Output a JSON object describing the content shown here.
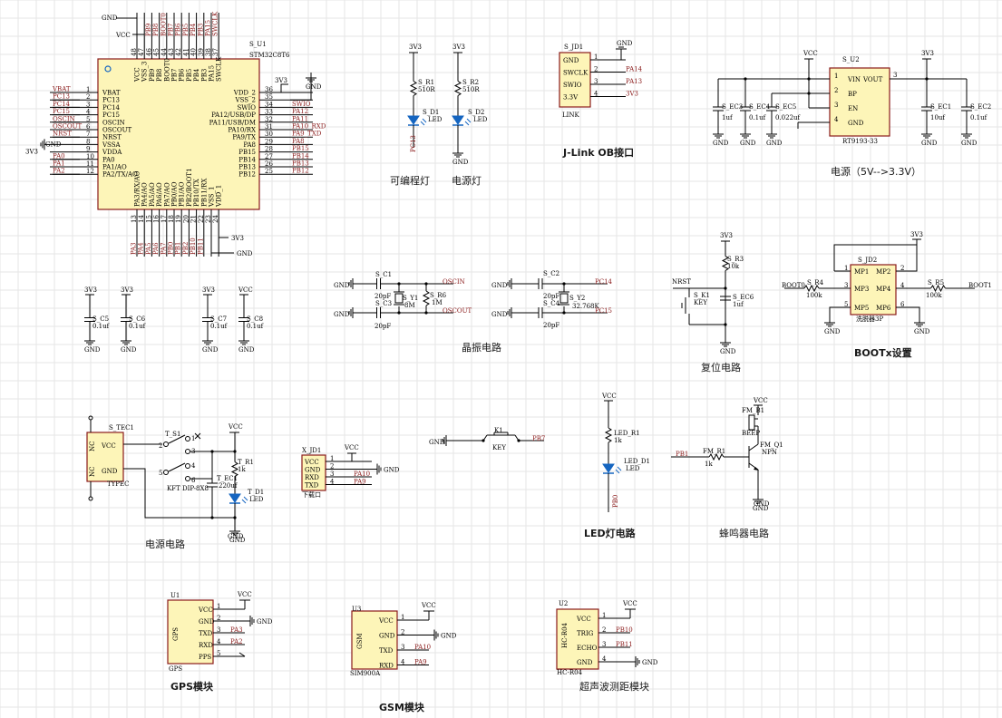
{
  "mcu": {
    "ref": "S_U1",
    "part": "STM32C8T6",
    "left_pins": [
      {
        "num": "1",
        "name": "VBAT",
        "net": "VBAT"
      },
      {
        "num": "2",
        "name": "PC13",
        "net": "PC13"
      },
      {
        "num": "3",
        "name": "PC14",
        "net": "PC14"
      },
      {
        "num": "4",
        "name": "PC15",
        "net": "PC15"
      },
      {
        "num": "5",
        "name": "OSCIN",
        "net": "OSCIN"
      },
      {
        "num": "6",
        "name": "OSCOUT",
        "net": "OSCOUT"
      },
      {
        "num": "7",
        "name": "NRST",
        "net": "NRST"
      },
      {
        "num": "8",
        "name": "VSSA",
        "net": "GND"
      },
      {
        "num": "9",
        "name": "VDDA",
        "net": "3V3"
      },
      {
        "num": "10",
        "name": "PA0",
        "net": "PA0"
      },
      {
        "num": "11",
        "name": "PA1/AO",
        "net": "PA1"
      },
      {
        "num": "12",
        "name": "PA2/TX/AO",
        "net": "PA2"
      }
    ],
    "right_pins": [
      {
        "num": "36",
        "name": "VDD_2",
        "net": "3V3"
      },
      {
        "num": "35",
        "name": "VSS_2",
        "net": "GND"
      },
      {
        "num": "34",
        "name": "SWIO",
        "net": "SWIO"
      },
      {
        "num": "33",
        "name": "PA12/USB/DP",
        "net": "PA12"
      },
      {
        "num": "32",
        "name": "PA11/USB/DM",
        "net": "PA11"
      },
      {
        "num": "31",
        "name": "PA10/RX",
        "net": "PA10_RXD"
      },
      {
        "num": "30",
        "name": "PA9/TX",
        "net": "PA9_TXD"
      },
      {
        "num": "29",
        "name": "PA8",
        "net": "PA8"
      },
      {
        "num": "28",
        "name": "PB15",
        "net": "PB15"
      },
      {
        "num": "27",
        "name": "PB14",
        "net": "PB14"
      },
      {
        "num": "26",
        "name": "PB13",
        "net": "PB13"
      },
      {
        "num": "25",
        "name": "PB12",
        "net": "PB12"
      }
    ],
    "top_pins": [
      {
        "num": "48",
        "name": "VCC"
      },
      {
        "num": "47",
        "name": "VSS_3"
      },
      {
        "num": "46",
        "name": "PB9"
      },
      {
        "num": "45",
        "name": "PB8"
      },
      {
        "num": "44",
        "name": "BOOT0"
      },
      {
        "num": "43",
        "name": "PB7"
      },
      {
        "num": "42",
        "name": "PB6"
      },
      {
        "num": "41",
        "name": "PB5"
      },
      {
        "num": "40",
        "name": "PB4"
      },
      {
        "num": "39",
        "name": "PB3"
      },
      {
        "num": "38",
        "name": "PA15"
      },
      {
        "num": "37",
        "name": "SWCLK"
      }
    ],
    "top_nets": [
      "GND",
      "VCC",
      "PB9",
      "PB8",
      "BOOT0",
      "PB7",
      "PB6",
      "PB5",
      "PB4",
      "PB3",
      "PA15",
      "SWCLK"
    ],
    "bottom_pins": [
      {
        "num": "13",
        "name": "PA3/RX/AO"
      },
      {
        "num": "14",
        "name": "PA4/AO"
      },
      {
        "num": "15",
        "name": "PA5/AO"
      },
      {
        "num": "16",
        "name": "PA6/AO"
      },
      {
        "num": "17",
        "name": "PA7/AO"
      },
      {
        "num": "18",
        "name": "PB0/AO"
      },
      {
        "num": "19",
        "name": "PB1/AO"
      },
      {
        "num": "20",
        "name": "PB2/BOOT1"
      },
      {
        "num": "21",
        "name": "PB10/TX"
      },
      {
        "num": "22",
        "name": "PB11/RX"
      },
      {
        "num": "23",
        "name": "VSS_1"
      },
      {
        "num": "24",
        "name": "VDD_1"
      }
    ],
    "bottom_nets": [
      "PA3",
      "PA4",
      "PA5",
      "PA6",
      "PA7",
      "PB0",
      "PB1",
      "PB2",
      "PB10",
      "PB11",
      "GND",
      "3V3"
    ]
  },
  "power_labels": {
    "vcc": "VCC",
    "v33": "3V3",
    "gnd": "GND"
  },
  "leds": {
    "r1": "S_R1",
    "r1_val": "510R",
    "d1": "S_D1",
    "d1_val": "LED",
    "d1_net": "PC13",
    "r2": "S_R2",
    "r2_val": "510R",
    "d2": "S_D2",
    "d2_val": "LED",
    "cap_prog": "可编程灯",
    "cap_power": "电源灯"
  },
  "jlink": {
    "ref": "S_JD1",
    "part": "LINK",
    "caption": "J-Link OB接口",
    "pins": [
      {
        "num": "1",
        "name": "GND",
        "net": ""
      },
      {
        "num": "2",
        "name": "SWCLK",
        "net": "PA14"
      },
      {
        "num": "3",
        "name": "SWIO",
        "net": "PA13"
      },
      {
        "num": "4",
        "name": "3.3V",
        "net": "3V3"
      }
    ]
  },
  "regulator": {
    "ref": "S_U2",
    "part": "RT9193-33",
    "caption": "电源（5V-->3.3V）",
    "pins_left": [
      {
        "num": "1",
        "name": "VIN"
      },
      {
        "num": "2",
        "name": "BP"
      },
      {
        "num": "3",
        "name": "EN"
      },
      {
        "num": "4",
        "name": "GND"
      }
    ],
    "pin_right": {
      "num": "3",
      "name": "VOUT"
    },
    "caps": [
      {
        "ref": "S_EC3",
        "val": "1uf"
      },
      {
        "ref": "S_EC4",
        "val": "0.1uf"
      },
      {
        "ref": "S_EC5",
        "val": "0.022uf"
      },
      {
        "ref": "S_EC1",
        "val": "10uf"
      },
      {
        "ref": "S_EC2",
        "val": "0.1uf"
      }
    ]
  },
  "decoupling": [
    {
      "ref": "S_C5",
      "val": "0.1uf",
      "pwr": "3V3"
    },
    {
      "ref": "S_C6",
      "val": "0.1uf",
      "pwr": "3V3"
    },
    {
      "ref": "S_C7",
      "val": "0.1uf",
      "pwr": "3V3"
    },
    {
      "ref": "S_C8",
      "val": "0.1uf",
      "pwr": "VCC"
    }
  ],
  "crystal": {
    "caption": "晶振电路",
    "c1": "S_C1",
    "c1_val": "20pF",
    "c3": "S_C3",
    "c3_val": "20pF",
    "y1": "S_Y1",
    "y1_val": "8M",
    "r6": "S_R6",
    "r6_val": "1M",
    "n_in": "OSCIN",
    "n_out": "OSCOUT",
    "c2": "S_C2",
    "c2_val": "20pF",
    "c4": "S_C4",
    "c4_val": "20pF",
    "y2": "S_Y2",
    "y2_val": "32.768K",
    "n_14": "PC14",
    "n_15": "PC15"
  },
  "reset": {
    "caption": "复位电路",
    "net": "NRST",
    "r3": "S_R3",
    "r3_val": "10k",
    "k1": "S_K1",
    "k1_val": "KEY",
    "ec6": "S_EC6",
    "ec6_val": "1uf"
  },
  "boot": {
    "caption": "BOOTx设置",
    "ref": "S_JD2",
    "part": "洗脱器3P",
    "r4": "S_R4",
    "r4_val": "100k",
    "r5": "S_R5",
    "r5_val": "100k",
    "n0": "BOOT0",
    "n1": "BOOT1",
    "pins": [
      {
        "num": "1",
        "name": "MP1"
      },
      {
        "num": "2",
        "name": "MP2"
      },
      {
        "num": "3",
        "name": "MP3"
      },
      {
        "num": "4",
        "name": "MP4"
      },
      {
        "num": "5",
        "name": "MP5"
      },
      {
        "num": "6",
        "name": "MP6"
      }
    ]
  },
  "typec": {
    "caption": "电源电路",
    "ref": "S_TEC1",
    "part": "TYPEC",
    "nc": "NC",
    "vcc": "VCC",
    "gnd": "GND",
    "sw": "T_S1",
    "sw_val": "KFT DIP-8X8",
    "r1": "T_R1",
    "r1_val": "1k",
    "ec": "T_EC1",
    "ec_val": "220uf",
    "d1": "T_D1",
    "d1_val": "LED"
  },
  "uart": {
    "ref": "X_JD1",
    "part": "下载口",
    "pins": [
      {
        "num": "1",
        "name": "VCC",
        "net": "VCC"
      },
      {
        "num": "2",
        "name": "GND",
        "net": "GND"
      },
      {
        "num": "3",
        "name": "RXD",
        "net": "PA10"
      },
      {
        "num": "4",
        "name": "TXD",
        "net": "PA9"
      }
    ]
  },
  "key": {
    "ref": "K1",
    "val": "KEY",
    "net": "PB7"
  },
  "led_circuit": {
    "caption": "LED灯电路",
    "r": "LED_R1",
    "r_val": "1k",
    "d": "LED_D1",
    "d_val": "LED",
    "net": "PB0"
  },
  "buzzer": {
    "caption": "蜂鸣器电路",
    "b": "FM_B1",
    "b_val": "BEEP",
    "q": "FM_Q1",
    "q_val": "NPN",
    "r": "FM_R1",
    "r_val": "1k",
    "net": "PB1"
  },
  "gps": {
    "caption": "GPS模块",
    "ref": "U1",
    "part": "GPS",
    "body": "GPS",
    "pins": [
      {
        "num": "1",
        "name": "VCC",
        "net": "VCC"
      },
      {
        "num": "2",
        "name": "GND",
        "net": "GND"
      },
      {
        "num": "3",
        "name": "TXD",
        "net": "PA3"
      },
      {
        "num": "4",
        "name": "RXD",
        "net": "PA2"
      },
      {
        "num": "5",
        "name": "PPS",
        "net": ""
      }
    ]
  },
  "gsm": {
    "caption": "GSM模块",
    "ref": "U3",
    "part": "SIM900A",
    "body": "GSM",
    "pins": [
      {
        "num": "1",
        "name": "VCC",
        "net": "VCC"
      },
      {
        "num": "2",
        "name": "GND",
        "net": "GND"
      },
      {
        "num": "3",
        "name": "TXD",
        "net": "PA10"
      },
      {
        "num": "4",
        "name": "RXD",
        "net": "PA9"
      }
    ]
  },
  "hc": {
    "caption": "超声波测距模块",
    "ref": "U2",
    "part": "HC-R04",
    "body": "HC-R04",
    "pins": [
      {
        "num": "1",
        "name": "VCC",
        "net": "VCC"
      },
      {
        "num": "2",
        "name": "TRIG",
        "net": "PB10"
      },
      {
        "num": "3",
        "name": "ECHO",
        "net": "PB11"
      },
      {
        "num": "4",
        "name": "GND",
        "net": "GND"
      }
    ]
  }
}
